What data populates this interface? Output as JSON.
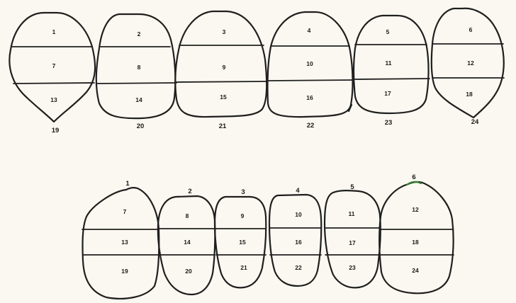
{
  "upper_row": {
    "teeth": [
      {
        "segments": [
          "1",
          "7",
          "13"
        ],
        "label": "19"
      },
      {
        "segments": [
          "2",
          "8",
          "14"
        ],
        "label": "20"
      },
      {
        "segments": [
          "3",
          "9",
          "15"
        ],
        "label": "21"
      },
      {
        "segments": [
          "4",
          "10",
          "16"
        ],
        "label": "22"
      },
      {
        "segments": [
          "5",
          "11",
          "17"
        ],
        "label": "23"
      },
      {
        "segments": [
          "6",
          "12",
          "18"
        ],
        "label": "24"
      }
    ]
  },
  "lower_row": {
    "teeth": [
      {
        "label": "1",
        "segments": [
          "7",
          "13",
          "19"
        ]
      },
      {
        "label": "2",
        "segments": [
          "8",
          "14",
          "20"
        ]
      },
      {
        "label": "3",
        "segments": [
          "9",
          "15",
          "21"
        ]
      },
      {
        "label": "4",
        "segments": [
          "10",
          "16",
          "22"
        ]
      },
      {
        "label": "5",
        "segments": [
          "11",
          "17",
          "23"
        ]
      },
      {
        "label": "6",
        "segments": [
          "12",
          "18",
          "24"
        ]
      }
    ]
  },
  "colors": {
    "line": "#1f1f1f",
    "paper": "#fbf8f1",
    "accent_mark": "#2e7d32"
  }
}
